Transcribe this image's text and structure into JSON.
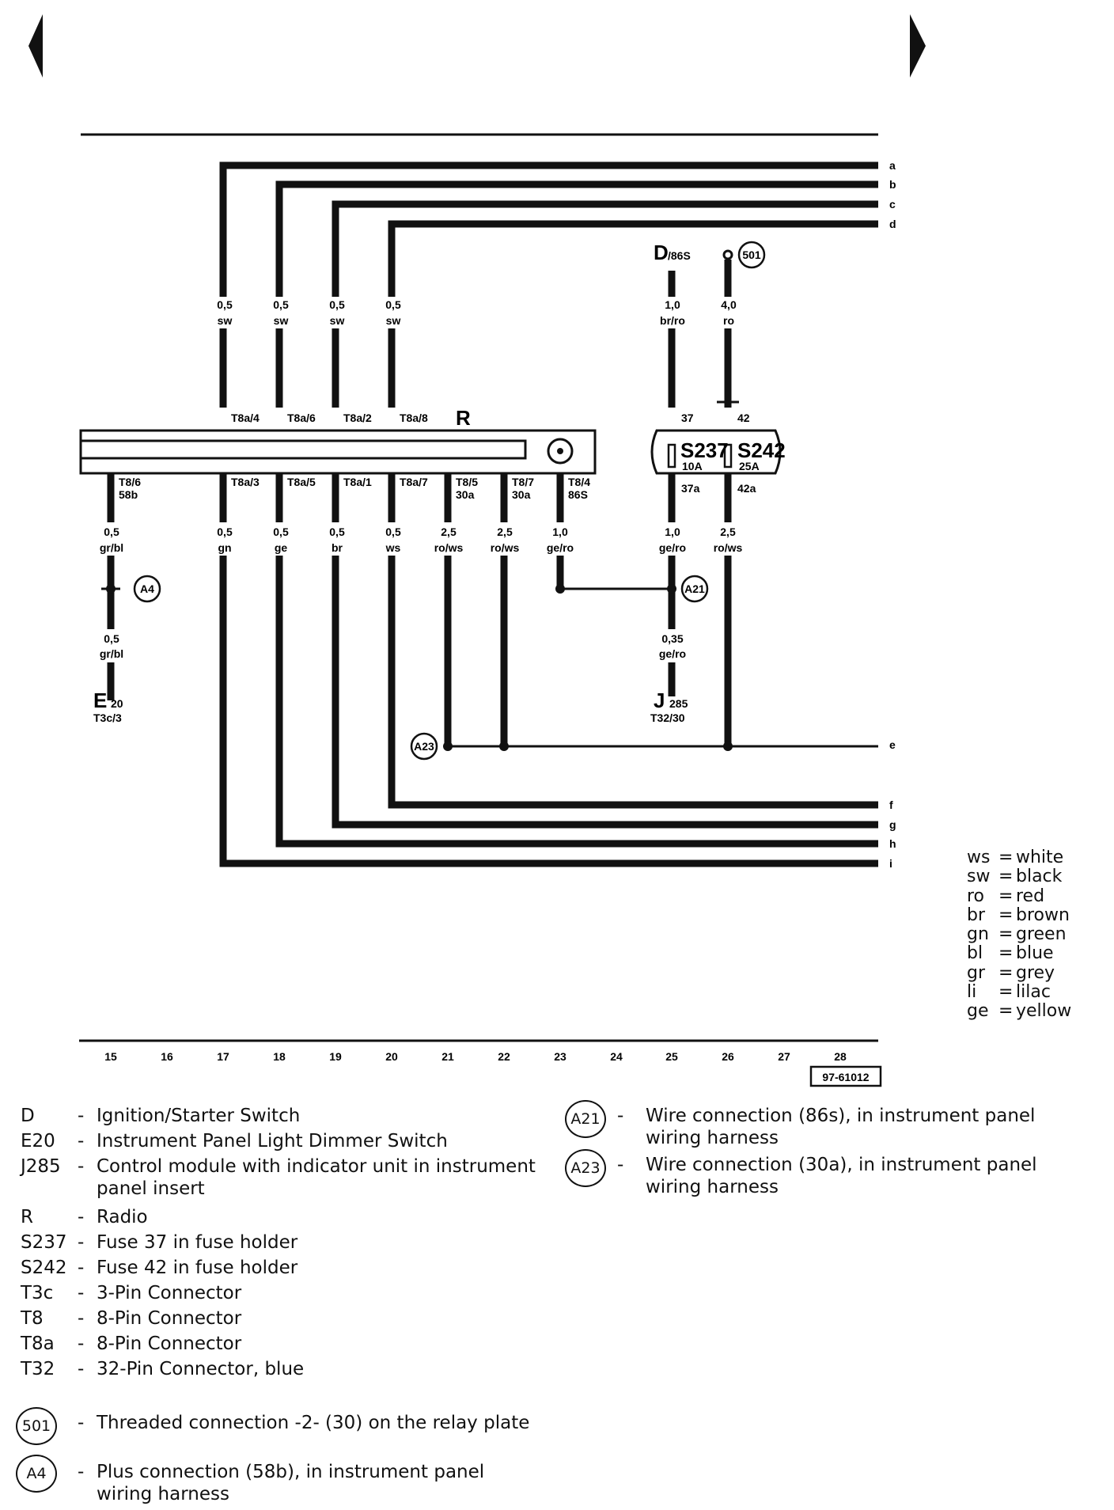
{
  "nav": {
    "prev_icon": "triangle-left-icon",
    "next_icon": "triangle-right-icon"
  },
  "diagram": {
    "radio_label": "R",
    "fuse_s237": "S237",
    "fuse_s237_amp": "10A",
    "fuse_s242": "S242",
    "fuse_s242_amp": "25A",
    "ignition_label": "D",
    "ignition_sub": "/86S",
    "e20_label": "E",
    "e20_sub": "20",
    "e20_conn": "T3c/3",
    "j285_label": "J",
    "j285_sub": "285",
    "j285_conn": "T32/30",
    "doc_number": "97-61012",
    "bus_letters": [
      "a",
      "b",
      "c",
      "d",
      "e",
      "f",
      "g",
      "h",
      "i"
    ],
    "top_wires": [
      {
        "pin": "T8a/4",
        "size": "0,5",
        "color": "sw"
      },
      {
        "pin": "T8a/6",
        "size": "0,5",
        "color": "sw"
      },
      {
        "pin": "T8a/2",
        "size": "0,5",
        "color": "sw"
      },
      {
        "pin": "T8a/8",
        "size": "0,5",
        "color": "sw"
      }
    ],
    "top_right_wires": [
      {
        "pin": "37",
        "size": "1,0",
        "color": "br/ro"
      },
      {
        "pin": "42",
        "size": "4,0",
        "color": "ro"
      }
    ],
    "bottom_wires": [
      {
        "pin": "T8/6",
        "pin2": "58b",
        "size": "0,5",
        "color": "gr/bl"
      },
      {
        "pin": "T8a/3",
        "pin2": "",
        "size": "0,5",
        "color": "gn"
      },
      {
        "pin": "T8a/5",
        "pin2": "",
        "size": "0,5",
        "color": "ge"
      },
      {
        "pin": "T8a/1",
        "pin2": "",
        "size": "0,5",
        "color": "br"
      },
      {
        "pin": "T8a/7",
        "pin2": "",
        "size": "0,5",
        "color": "ws"
      },
      {
        "pin": "T8/5",
        "pin2": "30a",
        "size": "2,5",
        "color": "ro/ws"
      },
      {
        "pin": "T8/7",
        "pin2": "30a",
        "size": "2,5",
        "color": "ro/ws"
      },
      {
        "pin": "T8/4",
        "pin2": "86S",
        "size": "1,0",
        "color": "ge/ro"
      },
      {
        "pin": "37a",
        "pin2": "",
        "size": "1,0",
        "color": "ge/ro"
      },
      {
        "pin": "42a",
        "pin2": "",
        "size": "2,5",
        "color": "ro/ws"
      }
    ],
    "lower_e20": {
      "size": "0,5",
      "color": "gr/bl"
    },
    "lower_j285": {
      "size": "0,35",
      "color": "ge/ro"
    },
    "connectors": {
      "a4": "A4",
      "a21": "A21",
      "a23": "A23",
      "t501": "501"
    },
    "track_numbers": [
      "15",
      "16",
      "17",
      "18",
      "19",
      "20",
      "21",
      "22",
      "23",
      "24",
      "25",
      "26",
      "27",
      "28"
    ]
  },
  "color_codes": [
    {
      "code": "ws",
      "name": "white"
    },
    {
      "code": "sw",
      "name": "black"
    },
    {
      "code": "ro",
      "name": "red"
    },
    {
      "code": "br",
      "name": "brown"
    },
    {
      "code": "gn",
      "name": "green"
    },
    {
      "code": "bl",
      "name": "blue"
    },
    {
      "code": "gr",
      "name": "grey"
    },
    {
      "code": "li",
      "name": "lilac"
    },
    {
      "code": "ge",
      "name": "yellow"
    }
  ],
  "legend": [
    {
      "code": "D",
      "desc": "Ignition/Starter Switch"
    },
    {
      "code": "E20",
      "desc": "Instrument Panel Light Dimmer Switch"
    },
    {
      "code": "J285",
      "desc": "Control module with indicator unit in instrument panel insert"
    },
    {
      "code": "R",
      "desc": "Radio"
    },
    {
      "code": "S237",
      "desc": "Fuse 37 in fuse holder"
    },
    {
      "code": "S242",
      "desc": "Fuse 42 in fuse holder"
    },
    {
      "code": "T3c",
      "desc": "3-Pin Connector"
    },
    {
      "code": "T8",
      "desc": "8-Pin Connector"
    },
    {
      "code": "T8a",
      "desc": "8-Pin Connector"
    },
    {
      "code": "T32",
      "desc": "32-Pin Connector, blue"
    }
  ],
  "legend_circles": [
    {
      "code": "501",
      "desc": "Threaded connection -2- (30) on the relay plate"
    },
    {
      "code": "A4",
      "desc": "Plus connection (58b), in instrument panel wiring harness"
    }
  ],
  "legend_right": [
    {
      "code": "A21",
      "desc": "Wire connection (86s), in instrument panel wiring harness"
    },
    {
      "code": "A23",
      "desc": "Wire connection (30a), in instrument panel wiring harness"
    }
  ],
  "dash": "-"
}
